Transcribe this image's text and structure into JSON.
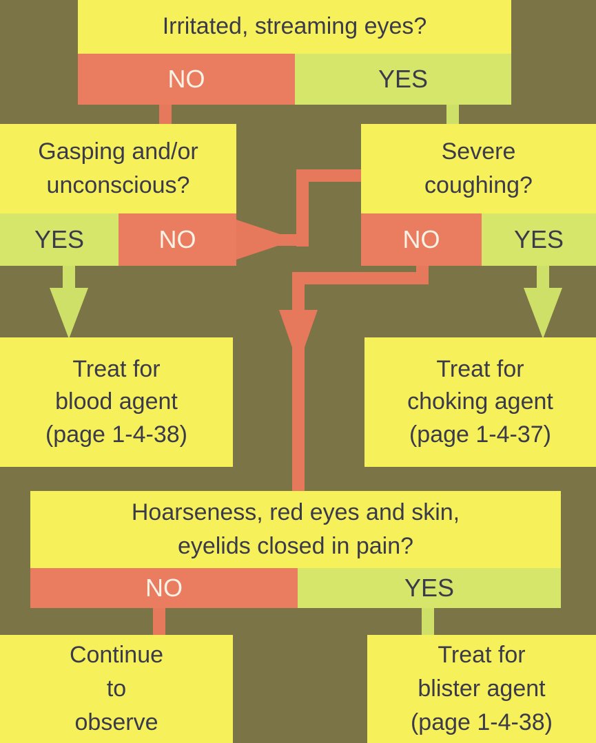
{
  "q1": {
    "text": "Irritated, streaming eyes?",
    "no": "NO",
    "yes": "YES"
  },
  "q2": {
    "line1": "Gasping and/or",
    "line2": "unconscious?",
    "yes": "YES",
    "no": "NO"
  },
  "q3": {
    "line1": "Severe",
    "line2": "coughing?",
    "no": "NO",
    "yes": "YES"
  },
  "blood": {
    "line1": "Treat for",
    "line2": "blood agent",
    "line3": "(page 1-4-38)"
  },
  "choking": {
    "line1": "Treat for",
    "line2": "choking agent",
    "line3": "(page 1-4-37)"
  },
  "q4": {
    "line1": "Hoarseness, red eyes and skin,",
    "line2": "eyelids closed in pain?",
    "no": "NO",
    "yes": "YES"
  },
  "observe": {
    "line1": "Continue",
    "line2": "to",
    "line3": "observe"
  },
  "blister": {
    "line1": "Treat for",
    "line2": "blister agent",
    "line3": "(page 1-4-38)"
  },
  "colors": {
    "background": "#7b7446",
    "question": "#f6f05a",
    "no": "#ea7d5f",
    "yes": "#d6e66a"
  }
}
